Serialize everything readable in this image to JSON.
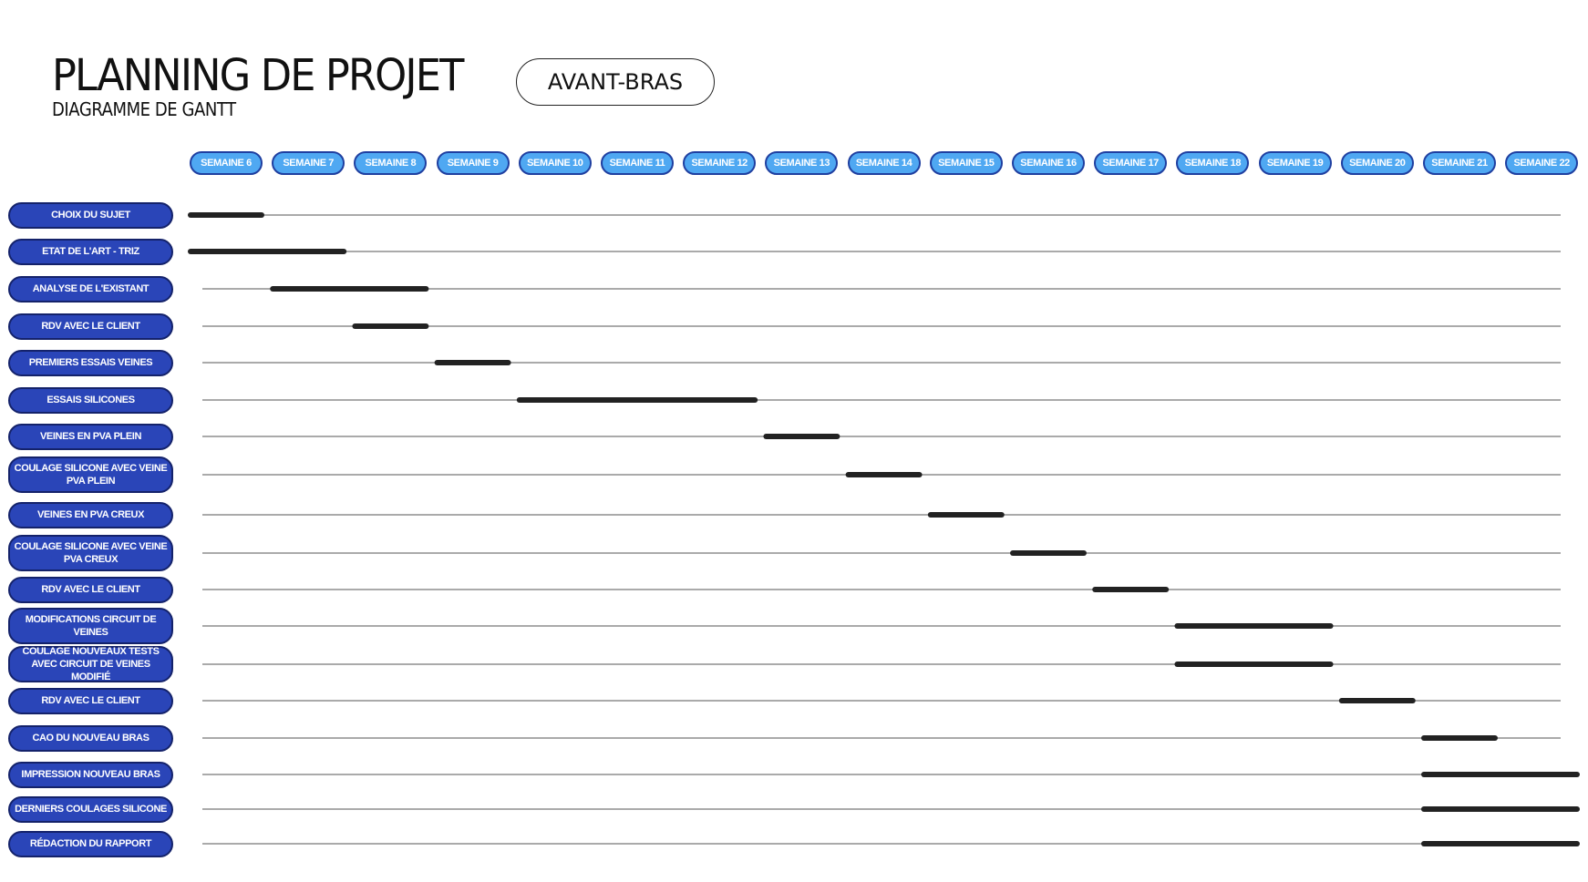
{
  "header": {
    "title": "PLANNING DE PROJET",
    "subtitle": "DIAGRAMME DE GANTT",
    "project": "AVANT-BRAS"
  },
  "colors": {
    "week_fill": "#4fa8f2",
    "week_border": "#1f3fa0",
    "task_fill": "#2a45b8",
    "task_border": "#14226a",
    "bar": "#222222",
    "row_line": "#555555"
  },
  "chart_data": {
    "type": "gantt",
    "weeks": [
      "SEMAINE 6",
      "SEMAINE 7",
      "SEMAINE 8",
      "SEMAINE 9",
      "SEMAINE 10",
      "SEMAINE 11",
      "SEMAINE 12",
      "SEMAINE 13",
      "SEMAINE 14",
      "SEMAINE 15",
      "SEMAINE 16",
      "SEMAINE 17",
      "SEMAINE 18",
      "SEMAINE 19",
      "SEMAINE 20",
      "SEMAINE 21",
      "SEMAINE 22"
    ],
    "tasks": [
      {
        "name": "CHOIX DU SUJET",
        "start": 6,
        "end": 6
      },
      {
        "name": "ETAT DE L'ART - TRIZ",
        "start": 6,
        "end": 7
      },
      {
        "name": "ANALYSE DE L'EXISTANT",
        "start": 7,
        "end": 8
      },
      {
        "name": "RDV AVEC LE CLIENT",
        "start": 8,
        "end": 8
      },
      {
        "name": "PREMIERS ESSAIS VEINES",
        "start": 9,
        "end": 9
      },
      {
        "name": "ESSAIS SILICONES",
        "start": 10,
        "end": 12
      },
      {
        "name": "VEINES EN PVA PLEIN",
        "start": 13,
        "end": 13
      },
      {
        "name": "COULAGE SILICONE AVEC VEINE PVA PLEIN",
        "start": 14,
        "end": 14
      },
      {
        "name": "VEINES EN PVA CREUX",
        "start": 15,
        "end": 15
      },
      {
        "name": "COULAGE SILICONE AVEC VEINE PVA CREUX",
        "start": 16,
        "end": 16
      },
      {
        "name": "RDV AVEC LE CLIENT",
        "start": 17,
        "end": 17
      },
      {
        "name": "MODIFICATIONS CIRCUIT DE VEINES",
        "start": 18,
        "end": 19
      },
      {
        "name": "COULAGE NOUVEAUX TESTS AVEC CIRCUIT DE VEINES MODIFIÉ",
        "start": 18,
        "end": 19
      },
      {
        "name": "RDV AVEC LE CLIENT",
        "start": 20,
        "end": 20
      },
      {
        "name": "CAO DU NOUVEAU BRAS",
        "start": 21,
        "end": 21
      },
      {
        "name": "IMPRESSION NOUVEAU BRAS",
        "start": 21,
        "end": 22
      },
      {
        "name": "DERNIERS COULAGES SILICONE",
        "start": 21,
        "end": 22
      },
      {
        "name": "RÉDACTION DU RAPPORT",
        "start": 21,
        "end": 22
      }
    ]
  }
}
